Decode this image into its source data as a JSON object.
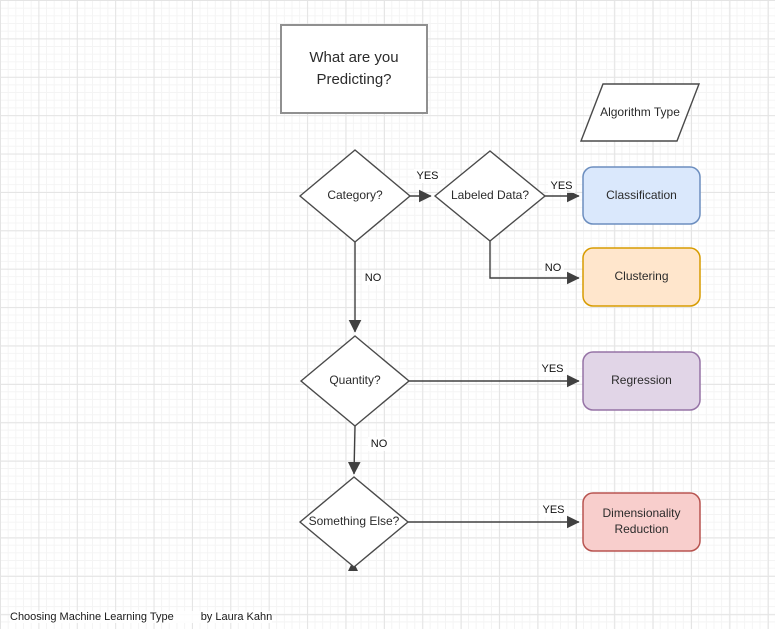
{
  "diagram": {
    "question_node": {
      "label": "What are you Predicting?"
    },
    "output_node": {
      "label": "Algorithm Type"
    },
    "decision_nodes": [
      {
        "label": "Category?"
      },
      {
        "label": "Labeled Data?"
      },
      {
        "label": "Quantity?"
      },
      {
        "label": "Something Else?"
      }
    ],
    "result_nodes": [
      {
        "label": "Classification",
        "fill": "#dae8fc",
        "stroke": "#6c8ebf"
      },
      {
        "label": "Clustering",
        "fill": "#ffe6cc",
        "stroke": "#d79b00"
      },
      {
        "label": "Regression",
        "fill": "#e1d5e7",
        "stroke": "#9673a6"
      },
      {
        "label": "Dimensionality Reduction",
        "fill": "#f8cecc",
        "stroke": "#b85450"
      }
    ],
    "edge_labels": {
      "category_yes": "YES",
      "labeled_yes": "YES",
      "labeled_no": "NO",
      "category_no": "NO",
      "quantity_yes": "YES",
      "quantity_no": "NO",
      "something_yes": "YES"
    },
    "colors": {
      "shape_stroke": "#4a4a4a",
      "edge_stroke": "#404040",
      "title_rect_stroke": "#909090",
      "grid_minor": "#f4f4f4",
      "grid_major": "#e4e4e4"
    }
  },
  "footer": {
    "title": "Choosing Machine Learning Type",
    "credit": "by Laura Kahn"
  }
}
